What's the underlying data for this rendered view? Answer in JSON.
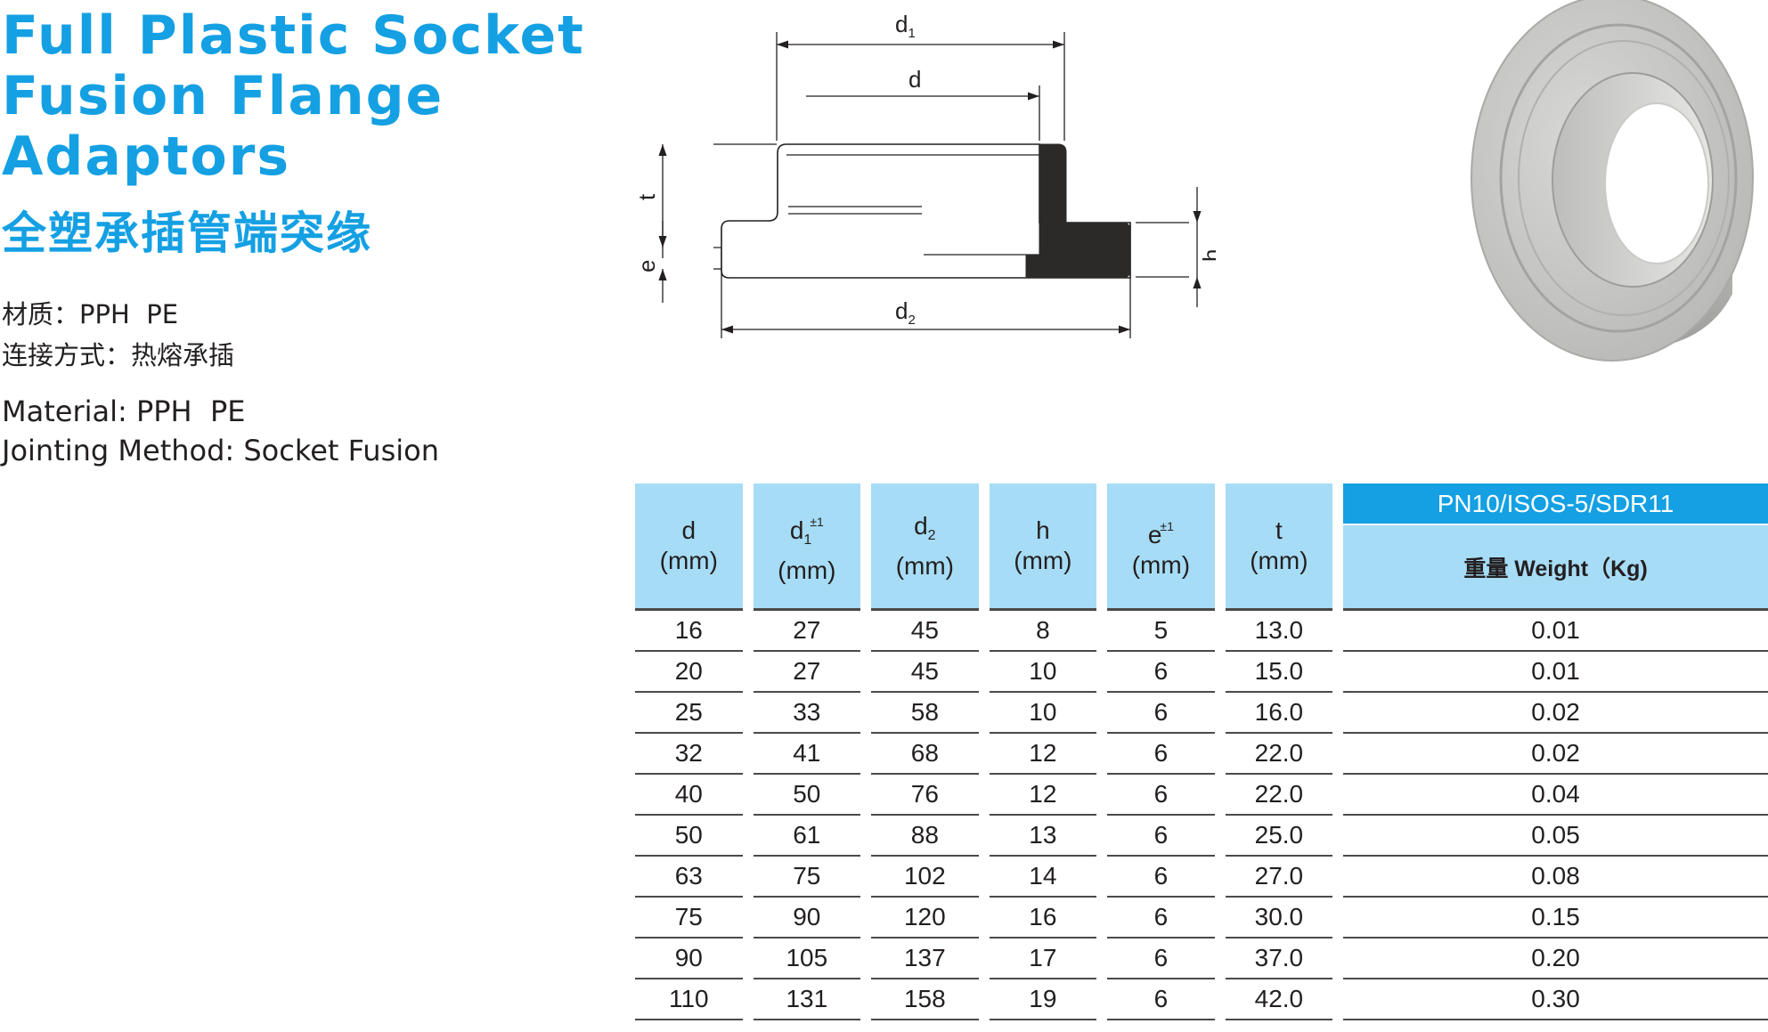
{
  "title_lines": [
    "Full Plastic Socket",
    "Fusion Flange",
    "Adaptors"
  ],
  "title_cn": "全塑承插管端突缘",
  "spec_cn": {
    "material": "材质：PPH  PE",
    "jointing": "连接方式：热熔承插"
  },
  "spec_en": {
    "material": "Material: PPH  PE",
    "jointing": "Jointing Method: Socket Fusion"
  },
  "drawing_labels": {
    "d1": "d",
    "d1_sub": "1",
    "d": "d",
    "d2": "d",
    "d2_sub": "2",
    "t": "t",
    "e": "e",
    "h": "h"
  },
  "colors": {
    "accent": "#14a0e3",
    "header_bg": "#a6dcf5",
    "flange_dark": "#2b2a29",
    "product_grey": "#c8c8c6"
  },
  "table": {
    "headers": [
      {
        "sym": "d",
        "sub": "",
        "sup": "",
        "unit": "(mm)"
      },
      {
        "sym": "d",
        "sub": "1",
        "sup": "±1",
        "unit": "(mm)"
      },
      {
        "sym": "d",
        "sub": "2",
        "sup": "",
        "unit": "(mm)"
      },
      {
        "sym": "h",
        "sub": "",
        "sup": "",
        "unit": "(mm)"
      },
      {
        "sym": "e",
        "sub": "",
        "sup": "±1",
        "unit": "(mm)"
      },
      {
        "sym": "t",
        "sub": "",
        "sup": "",
        "unit": "(mm)"
      }
    ],
    "pn_header": "PN10/ISOS-5/SDR11",
    "weight_header": "重量 Weight（Kg)",
    "rows": [
      [
        "16",
        "27",
        "45",
        "8",
        "5",
        "13.0",
        "0.01"
      ],
      [
        "20",
        "27",
        "45",
        "10",
        "6",
        "15.0",
        "0.01"
      ],
      [
        "25",
        "33",
        "58",
        "10",
        "6",
        "16.0",
        "0.02"
      ],
      [
        "32",
        "41",
        "68",
        "12",
        "6",
        "22.0",
        "0.02"
      ],
      [
        "40",
        "50",
        "76",
        "12",
        "6",
        "22.0",
        "0.04"
      ],
      [
        "50",
        "61",
        "88",
        "13",
        "6",
        "25.0",
        "0.05"
      ],
      [
        "63",
        "75",
        "102",
        "14",
        "6",
        "27.0",
        "0.08"
      ],
      [
        "75",
        "90",
        "120",
        "16",
        "6",
        "30.0",
        "0.15"
      ],
      [
        "90",
        "105",
        "137",
        "17",
        "6",
        "37.0",
        "0.20"
      ],
      [
        "110",
        "131",
        "158",
        "19",
        "6",
        "42.0",
        "0.30"
      ]
    ]
  }
}
